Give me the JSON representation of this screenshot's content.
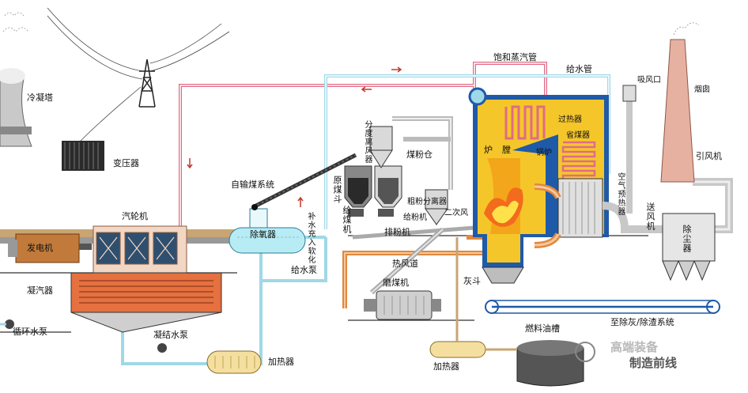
{
  "labels": {
    "cooling_tower": "冷凝塔",
    "transformer": "变压器",
    "turbine": "汽轮机",
    "generator": "发电机",
    "condenser": "凝汽器",
    "circulating_pump": "循环水泵",
    "condensate_pump": "凝结水泵",
    "heater_left": "加热器",
    "deaerator": "除氧器",
    "makeup_water": "补水充入软化",
    "feed_pump": "给水泵",
    "coal_conveyor": "自输煤系统",
    "raw_coal_hopper": "原煤斗",
    "coal_feeder": "给煤机",
    "fine_separator": "分度离风器",
    "coal_bunker": "煤粉仓",
    "coarse_separator": "粗粉分离器",
    "pulverized_feeder": "给粉机",
    "exhaust_fan_pipe": "排粉机",
    "hot_air_duct": "热风道",
    "coal_mill": "磨煤机",
    "secondary_air": "二次风",
    "ash_hopper": "灰斗",
    "saturated_steam_pipe": "饱和蒸汽管",
    "feed_water_pipe": "给水管",
    "superheater": "过热器",
    "economizer": "省煤器",
    "furnace": "炉膛",
    "boiler": "锅炉",
    "air_preheater": "空气预热器",
    "air_inlet": "吸风口",
    "chimney": "烟囱",
    "induced_fan": "引风机",
    "forced_fan": "送风机",
    "dust_collector": "除尘器",
    "ash_system": "至除灰/除渣系统",
    "fuel_tank": "燃料油槽",
    "heater_right": "加热器"
  },
  "watermark": {
    "text": "制造前线",
    "faded": "高端装备"
  },
  "colors": {
    "steam_line": "#e06c86",
    "water_line": "#9fd8e6",
    "hot_air": "#e0883c",
    "flame": "#f36b1c",
    "furnace_wall": "#1e5aa8",
    "boiler_fill": "#f5c62a",
    "outline": "#333333"
  }
}
